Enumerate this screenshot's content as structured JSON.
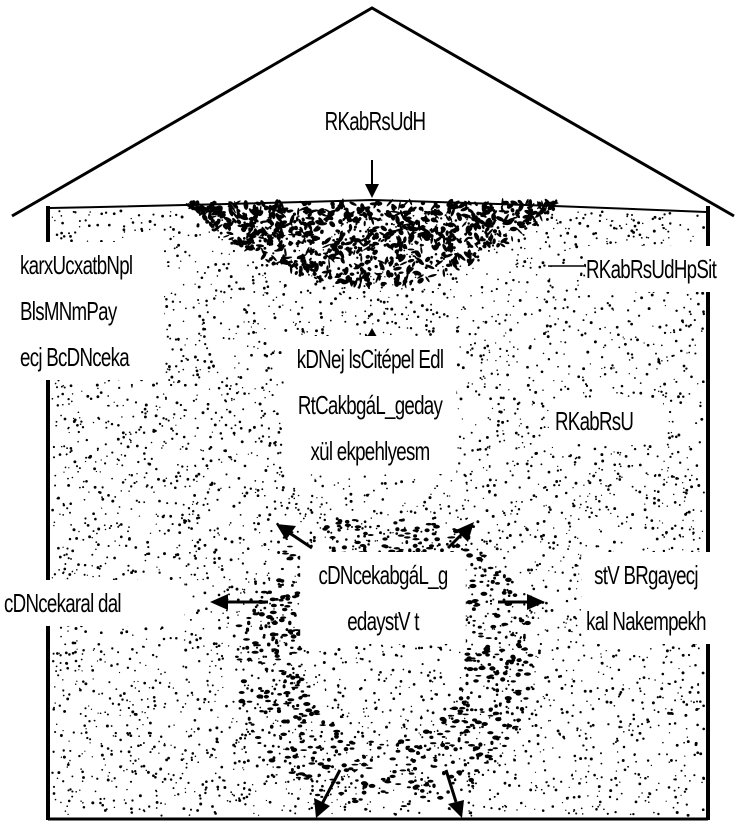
{
  "labels": {
    "top": "RKabRsUdH",
    "left_block": [
      "karxUcxatbNpl",
      "BlsMNmPay",
      "ecj BcDNceka"
    ],
    "right_upper": "RKabRsUdHpSit",
    "center_block": [
      "kDNej lsCitépel Edl",
      "RtCakbgáL_geday",
      "xül ekpehlyesm"
    ],
    "right_mid": "RKabRsU",
    "bottom_center": [
      "cDNcekabgáL_g",
      "edaystV t"
    ],
    "left_bottom": "cDNcekaral dal",
    "right_bottom": [
      "stV BRgayecj",
      "kal Nakempekh"
    ]
  },
  "colors": {
    "ink": "#000000",
    "paper": "#ffffff"
  }
}
